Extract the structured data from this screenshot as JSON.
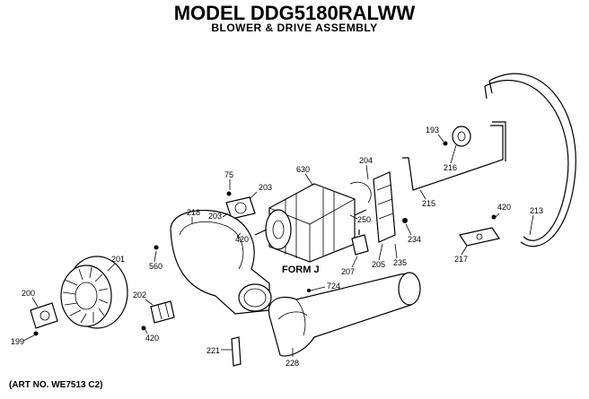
{
  "header": {
    "model_title": "MODEL DDG5180RALWW",
    "subtitle": "BLOWER & DRIVE ASSEMBLY"
  },
  "footer": {
    "art_no": "(ART NO. WE7513 C2)"
  },
  "callouts": {
    "p75": "75",
    "p193": "193",
    "p199": "199",
    "p200": "200",
    "p201": "201",
    "p202": "202",
    "p203a": "203",
    "p203b": "203",
    "p204": "204",
    "p205": "205",
    "p207": "207",
    "p213": "213",
    "p215": "215",
    "p216": "216",
    "p217": "217",
    "p218": "218",
    "p221": "221",
    "p228": "228",
    "p234": "234",
    "p235": "235",
    "p250": "250",
    "p420a": "420",
    "p420b": "420",
    "p420c": "420",
    "p560": "560",
    "p630": "630",
    "p724": "724",
    "form_j": "FORM J"
  }
}
